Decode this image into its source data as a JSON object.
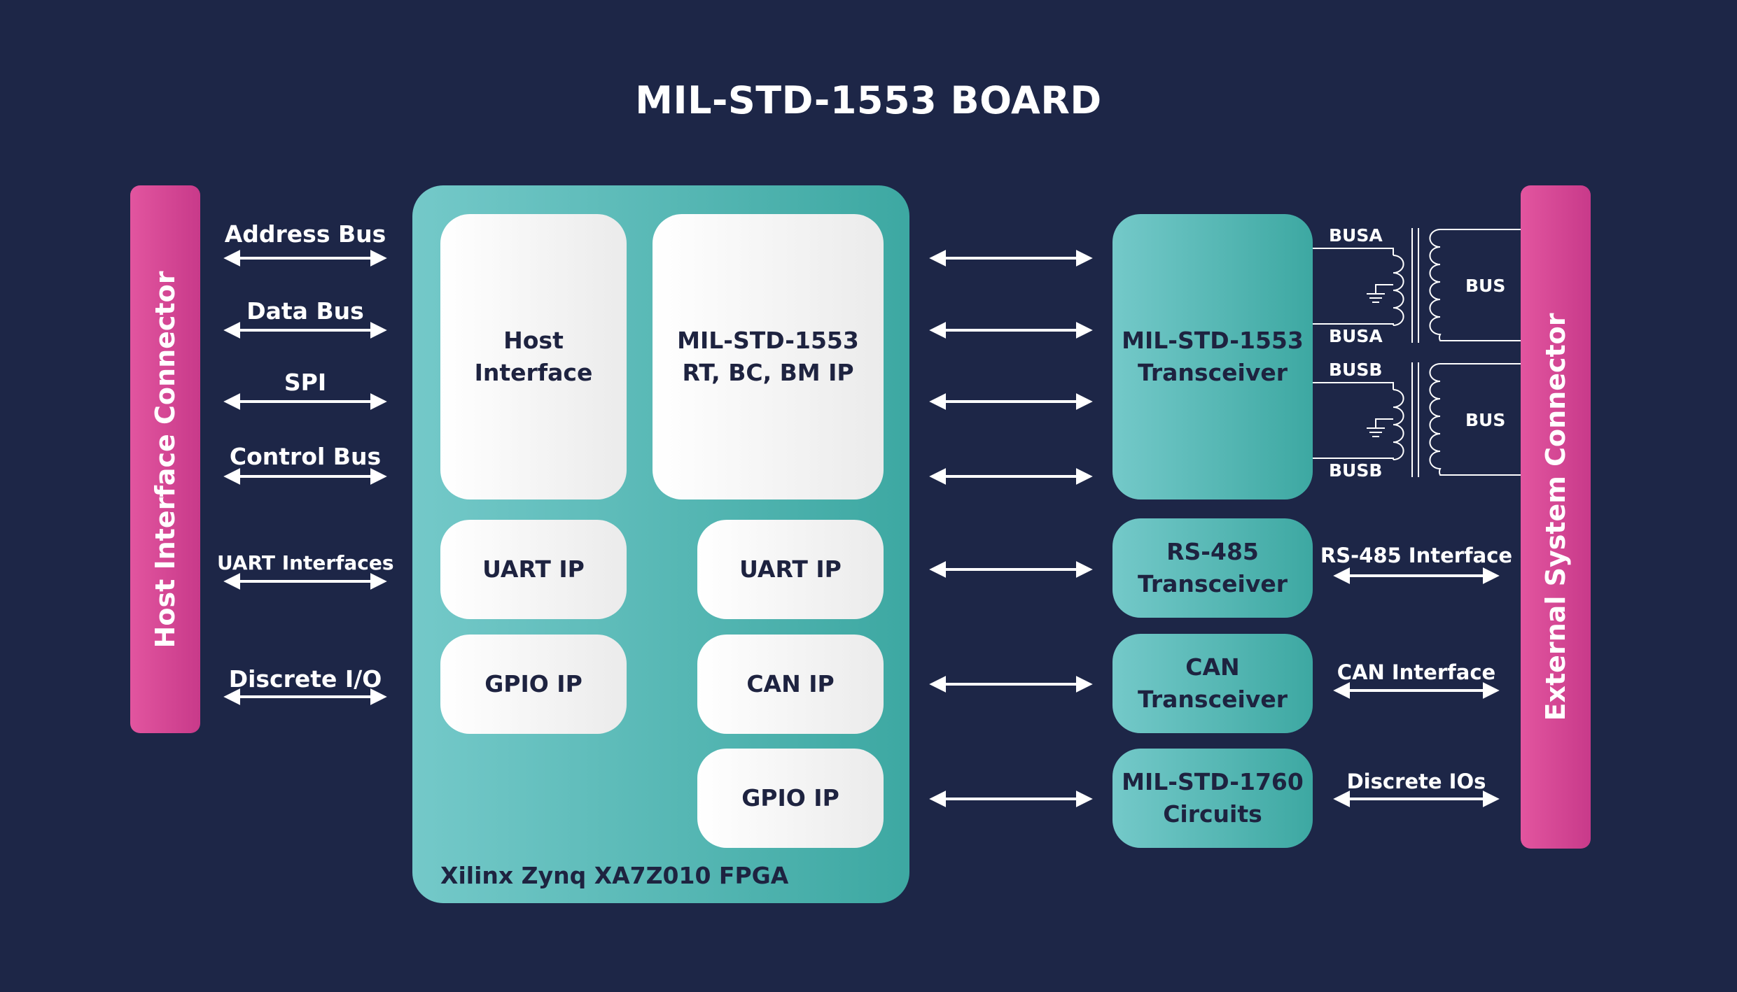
{
  "title": "MIL-STD-1553 BOARD",
  "host_connector": "Host Interface Connector",
  "external_connector": "External System Connector",
  "fpga": {
    "label": "Xilinx Zynq XA7Z010 FPGA",
    "blocks": {
      "host_interface": "Host\nInterface",
      "mil1553_ip": "MIL-STD-1553\nRT, BC, BM IP",
      "uart_ip_left": "UART IP",
      "uart_ip_right": "UART IP",
      "gpio_ip_left": "GPIO IP",
      "can_ip": "CAN IP",
      "gpio_ip_right": "GPIO IP"
    }
  },
  "host_buses": [
    "Address Bus",
    "Data Bus",
    "SPI",
    "Control Bus",
    "UART Interfaces",
    "Discrete I/O"
  ],
  "transceivers": {
    "mil1553": "MIL-STD-1553\nTransceiver",
    "rs485": "RS-485\nTransceiver",
    "can": "CAN\nTransceiver",
    "mil1760": "MIL-STD-1760\nCircuits"
  },
  "external_interfaces": {
    "rs485": "RS-485 Interface",
    "can": "CAN Interface",
    "discrete": "Discrete IOs"
  },
  "transformer_a": {
    "top": "BUSA",
    "bottom": "BUSA",
    "bus": "BUS"
  },
  "transformer_b": {
    "top": "BUSB",
    "bottom": "BUSB",
    "bus": "BUS"
  }
}
